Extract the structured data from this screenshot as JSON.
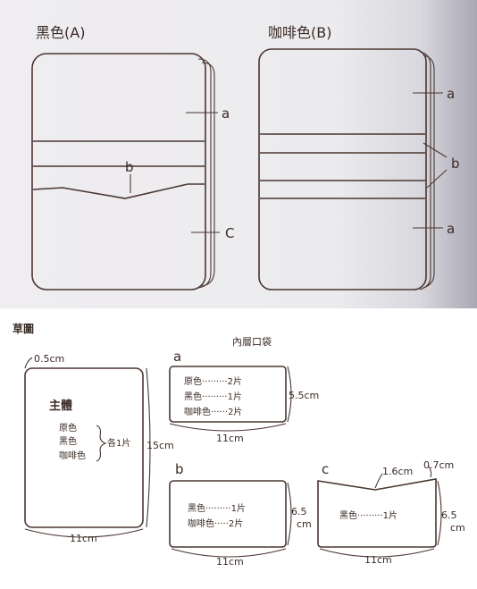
{
  "top": {
    "wallet_a_title": "黑色(A)",
    "wallet_b_title": "咖啡色(B)",
    "label_a": "a",
    "label_b": "b",
    "label_c": "C",
    "label_a_right_top": "a",
    "label_b_right": "b",
    "label_a_right_bottom": "a"
  },
  "sketch": {
    "heading": "草圖",
    "inner_pocket_title": "內層口袋",
    "main_body": {
      "margin": "0.5cm",
      "title": "主體",
      "colors": [
        "原色",
        "黑色",
        "咖啡色"
      ],
      "qty": "各1片",
      "height": "15cm",
      "width": "11cm"
    },
    "pocket_a": {
      "letter": "a",
      "rows": [
        "原色·········2片",
        "黑色·········1片",
        "咖啡色······2片"
      ],
      "height": "5.5cm",
      "width": "11cm"
    },
    "pocket_b": {
      "letter": "b",
      "rows": [
        "黑色·········1片",
        "咖啡色·····2片"
      ],
      "height_num": "6.5",
      "height_unit": "cm",
      "width": "11cm"
    },
    "pocket_c": {
      "letter": "c",
      "notch": "1.6cm",
      "flap": "0.7cm",
      "row": "黑色·········1片",
      "height_num": "6.5",
      "height_unit": "cm",
      "width": "11cm"
    }
  }
}
